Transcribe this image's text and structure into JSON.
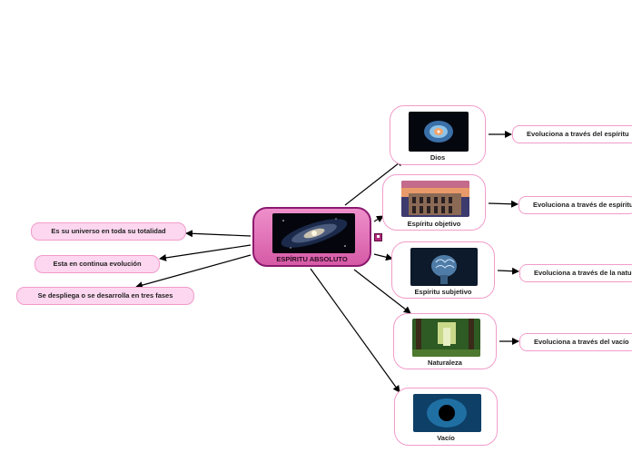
{
  "center": {
    "label": "ESPÍRITU ABSOLUTO",
    "image": "galaxy-image"
  },
  "children": [
    {
      "label": "Dios",
      "image": "nebula-image",
      "leaf": "Evoluciona a través del espíritu"
    },
    {
      "label": "Espíritu objetivo",
      "image": "colosseum-image",
      "leaf": "Evoluciona a través de espíritu"
    },
    {
      "label": "Espíritu subjetivo",
      "image": "brain-image",
      "leaf": "Evoluciona a través de la naturaleza"
    },
    {
      "label": "Naturaleza",
      "image": "forest-image",
      "leaf": "Evoluciona a través del vacío"
    },
    {
      "label": "Vacío",
      "image": "black-hole-image",
      "leaf": ""
    }
  ],
  "attributes": [
    "Es su universo en toda su totalidad",
    "Esta en continua evolución",
    "Se despliega o se desarrolla en tres fases"
  ],
  "colors": {
    "center_fill": "#e678bd",
    "center_border": "#8b1a6e",
    "node_border": "#f29cc9",
    "pill_fill": "#fcd7ef"
  }
}
